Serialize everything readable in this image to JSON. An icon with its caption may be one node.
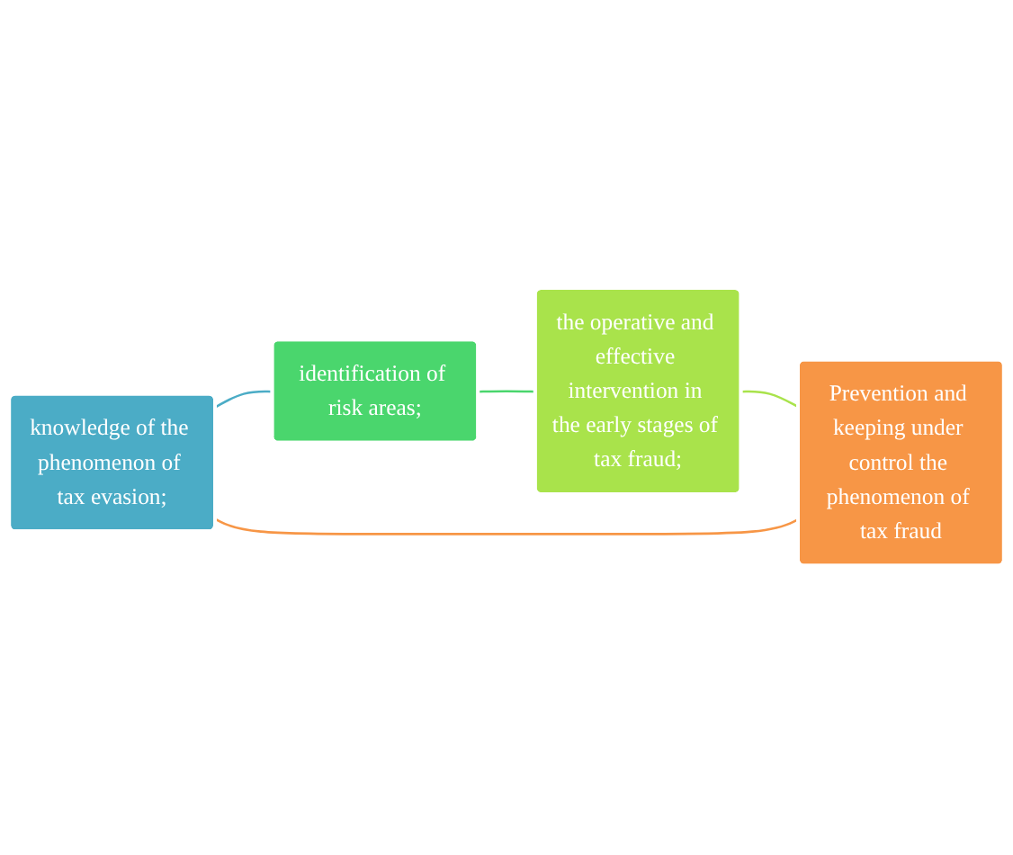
{
  "diagram": {
    "nodes": [
      {
        "text": [
          "knowledge of the phenomenon of tax evasion;"
        ]
      },
      {
        "text": [
          "identification of risk areas;"
        ]
      },
      {
        "text": [
          "the operative and effective intervention in the early stages of tax fraud;"
        ]
      },
      {
        "text": [
          "Prevention and keeping under control the phenomenon of tax fraud"
        ]
      }
    ],
    "edges": [
      {
        "from": 0,
        "to": 1,
        "arrow": "none",
        "color": "#4bacc6"
      },
      {
        "from": 1,
        "to": 2,
        "arrow": "none",
        "color": "#4ad66d"
      },
      {
        "from": 2,
        "to": 3,
        "arrow": "none",
        "color": "#a9e34b"
      },
      {
        "from": 3,
        "to": 0,
        "arrow": "none",
        "color": "#f79646"
      }
    ]
  }
}
